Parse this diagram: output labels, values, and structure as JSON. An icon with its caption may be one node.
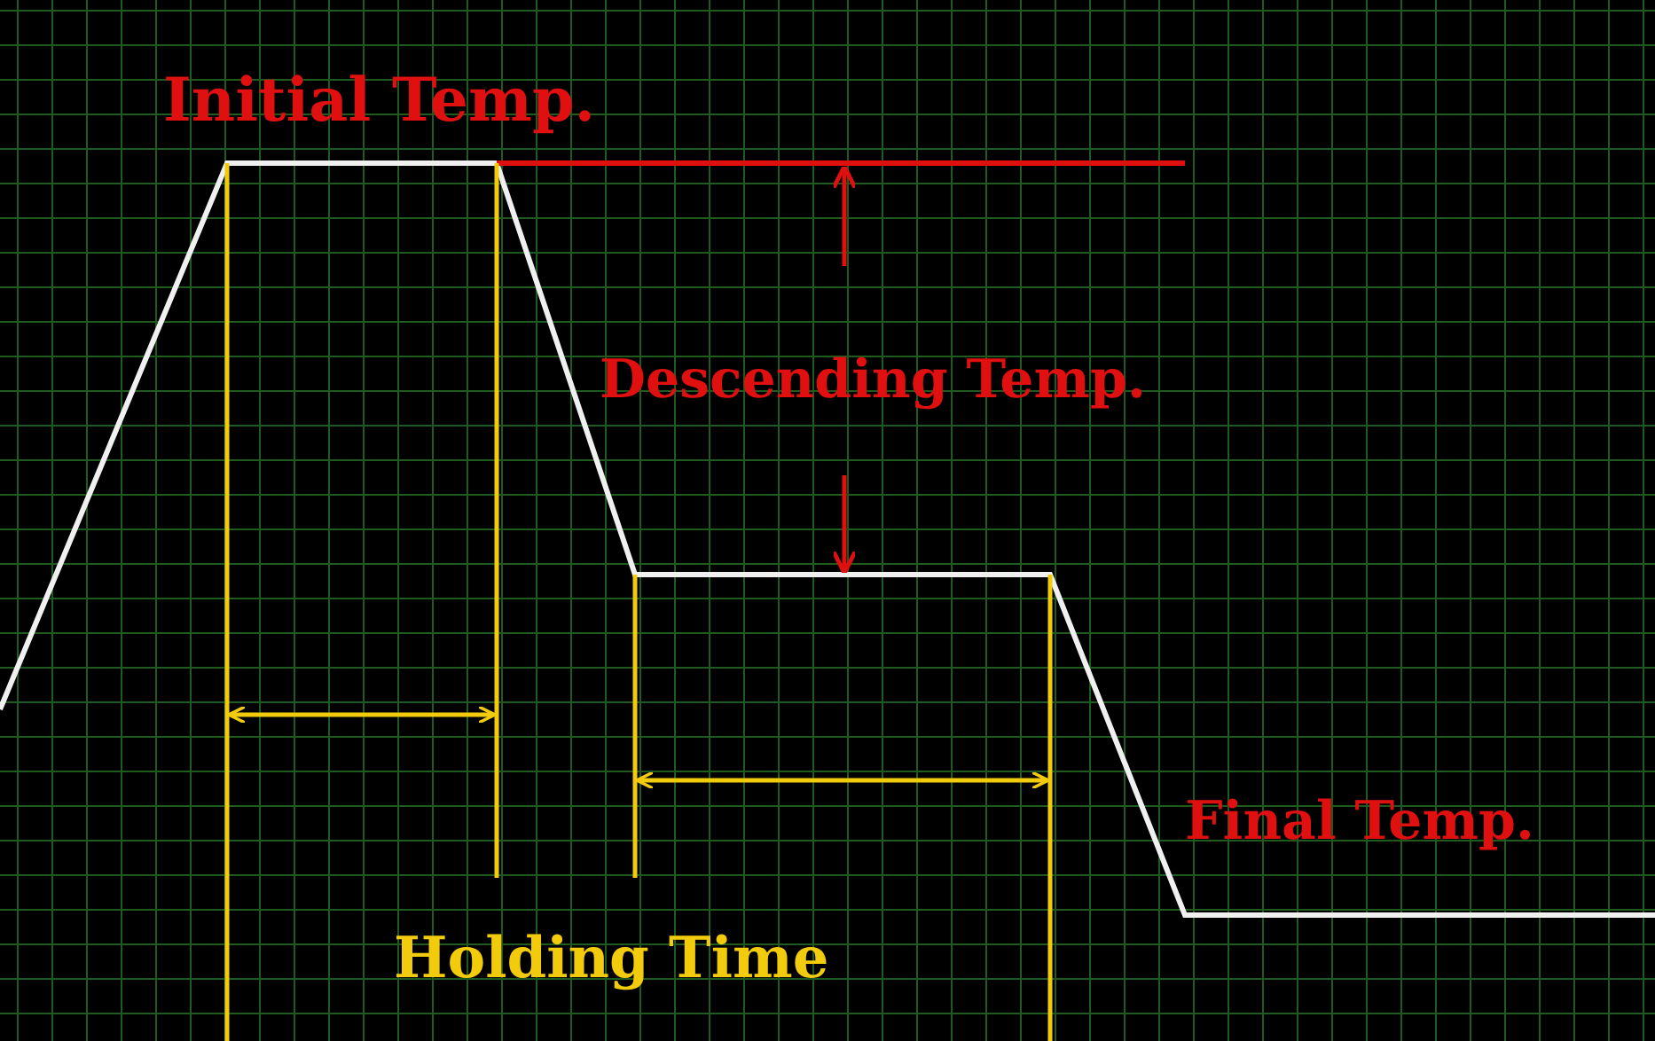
{
  "diagram": {
    "labels": [
      "Initial Temp.",
      "Descending Temp.",
      "Final Temp.",
      "Holding Time"
    ]
  }
}
